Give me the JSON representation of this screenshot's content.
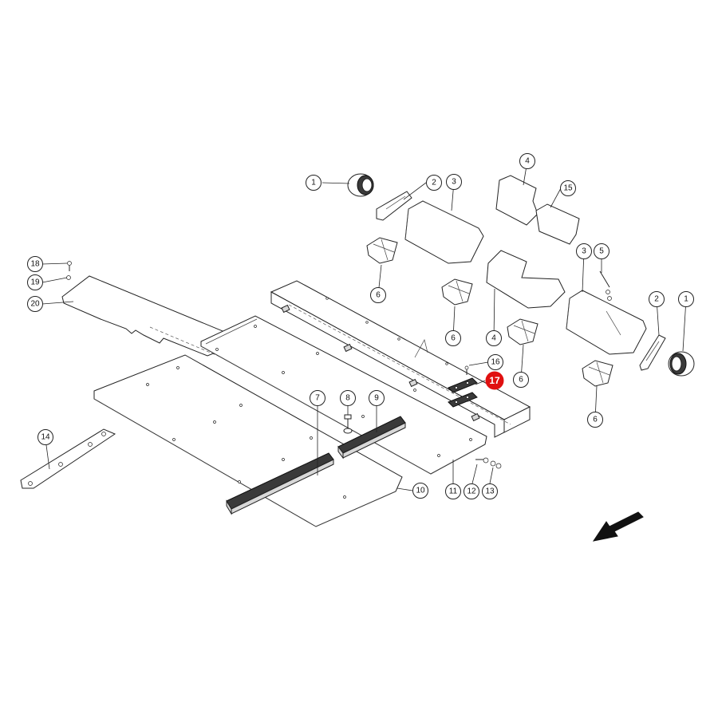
{
  "callouts": [
    {
      "label": "1"
    },
    {
      "label": "2"
    },
    {
      "label": "3"
    },
    {
      "label": "4"
    },
    {
      "label": "15"
    },
    {
      "label": "6"
    },
    {
      "label": "6"
    },
    {
      "label": "4"
    },
    {
      "label": "3"
    },
    {
      "label": "5"
    },
    {
      "label": "2"
    },
    {
      "label": "1"
    },
    {
      "label": "6"
    },
    {
      "label": "6"
    },
    {
      "label": "16"
    },
    {
      "label": "17"
    },
    {
      "label": "18"
    },
    {
      "label": "19"
    },
    {
      "label": "20"
    },
    {
      "label": "7"
    },
    {
      "label": "8"
    },
    {
      "label": "9"
    },
    {
      "label": "14"
    },
    {
      "label": "10"
    },
    {
      "label": "11"
    },
    {
      "label": "12"
    },
    {
      "label": "13"
    }
  ],
  "highlighted_part": "17",
  "colors": {
    "highlight": "#e01010",
    "line": "#222222",
    "background": "#ffffff"
  },
  "icons": {
    "direction": "arrow-down-left-icon"
  }
}
